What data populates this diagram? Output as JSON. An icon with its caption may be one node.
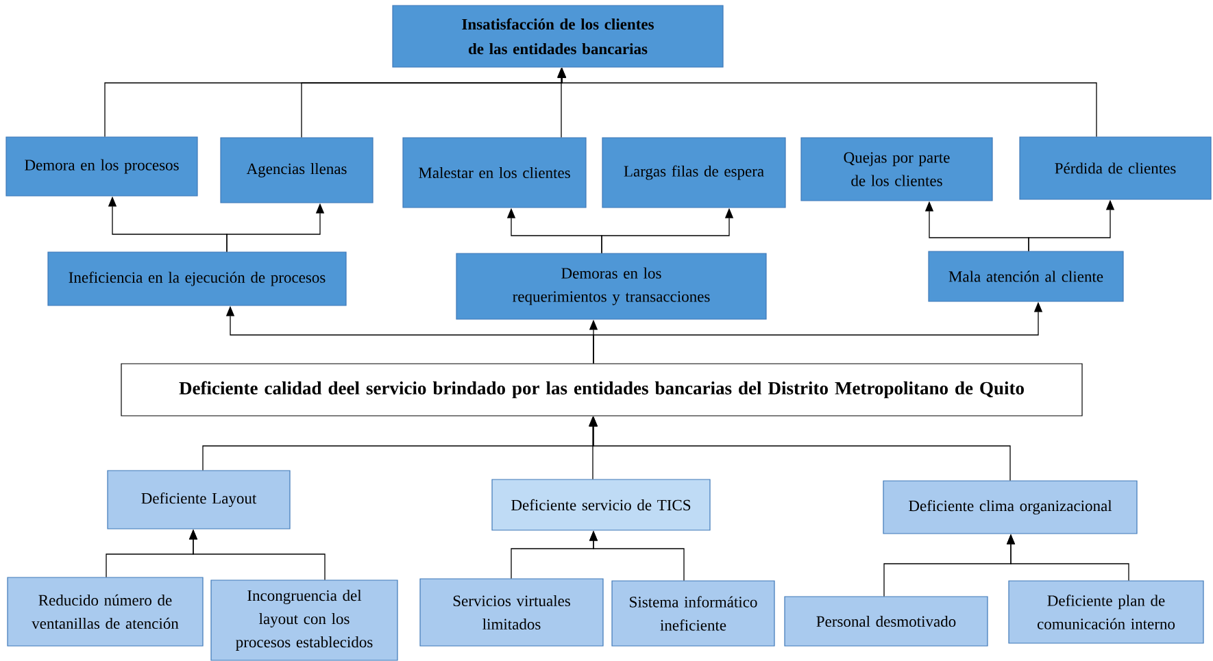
{
  "diagram": {
    "nodes": [
      {
        "text": [
          "Insatisfacción de los clientes de las entidades bancarias"
        ]
      },
      {
        "text": [
          "Demora en los procesos"
        ]
      },
      {
        "text": [
          "Agencias llenas"
        ]
      },
      {
        "text": [
          "Malestar en los clientes"
        ]
      },
      {
        "text": [
          "Largas filas de espera"
        ]
      },
      {
        "text": [
          "Quejas por parte de los clientes"
        ]
      },
      {
        "text": [
          "Pérdida de clientes"
        ]
      },
      {
        "text": [
          "Ineficiencia en la ejecución de procesos"
        ]
      },
      {
        "text": [
          "Demoras en los requerimientos y transacciones"
        ]
      },
      {
        "text": [
          "Mala atención al cliente"
        ]
      },
      {
        "text": [
          "Deficiente calidad deel servicio brindado por las entidades bancarias del Distrito Metropolitano de Quito"
        ]
      },
      {
        "text": [
          "Deficiente Layout"
        ]
      },
      {
        "text": [
          "Deficiente servicio de TICS"
        ]
      },
      {
        "text": [
          "Deficiente clima organizacional"
        ]
      },
      {
        "text": [
          "Reducido número de ventanillas de atención"
        ]
      },
      {
        "text": [
          "Incongruencia del layout con los procesos establecidos"
        ]
      },
      {
        "text": [
          "Servicios virtuales limitados"
        ]
      },
      {
        "text": [
          "Sistema informático ineficiente"
        ]
      },
      {
        "text": [
          "Personal desmotivado"
        ]
      },
      {
        "text": [
          "Deficiente plan de comunicación interno"
        ]
      }
    ],
    "edges": [
      {
        "from": 1,
        "to": 0,
        "arrow": "to"
      },
      {
        "from": 2,
        "to": 0,
        "arrow": "to"
      },
      {
        "from": 3,
        "to": 0,
        "arrow": "to"
      },
      {
        "from": 6,
        "to": 0,
        "arrow": "to"
      },
      {
        "from": 7,
        "to": 1,
        "arrow": "to"
      },
      {
        "from": 7,
        "to": 2,
        "arrow": "to"
      },
      {
        "from": 8,
        "to": 3,
        "arrow": "to"
      },
      {
        "from": 8,
        "to": 4,
        "arrow": "to"
      },
      {
        "from": 9,
        "to": 5,
        "arrow": "to"
      },
      {
        "from": 9,
        "to": 6,
        "arrow": "to"
      },
      {
        "from": 10,
        "to": 7,
        "arrow": "to"
      },
      {
        "from": 10,
        "to": 8,
        "arrow": "to"
      },
      {
        "from": 10,
        "to": 9,
        "arrow": "to"
      },
      {
        "from": 11,
        "to": 10,
        "arrow": "to"
      },
      {
        "from": 12,
        "to": 10,
        "arrow": "to"
      },
      {
        "from": 13,
        "to": 10,
        "arrow": "to"
      },
      {
        "from": 14,
        "to": 11,
        "arrow": "to"
      },
      {
        "from": 15,
        "to": 11,
        "arrow": "to"
      },
      {
        "from": 16,
        "to": 12,
        "arrow": "to"
      },
      {
        "from": 17,
        "to": 12,
        "arrow": "to"
      },
      {
        "from": 18,
        "to": 13,
        "arrow": "to"
      },
      {
        "from": 19,
        "to": 13,
        "arrow": "to"
      }
    ]
  }
}
